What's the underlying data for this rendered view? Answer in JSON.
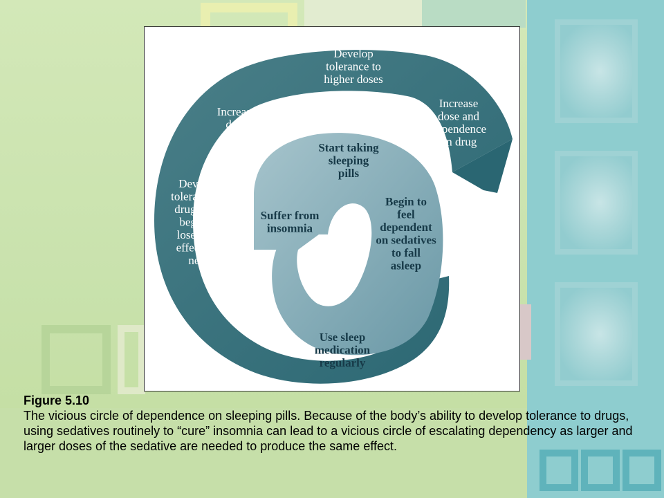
{
  "diagram": {
    "outer_steps": [
      [
        "Develop",
        "tolerance to",
        "higher doses"
      ],
      [
        "Increase",
        "dose and",
        "dependence",
        "on drug"
      ],
      [
        "Increase",
        "dose"
      ],
      [
        "Develop",
        "tolerance to",
        "drug: pills",
        "begin to",
        "lose their",
        "effective-",
        "ness"
      ]
    ],
    "inner_steps": [
      [
        "Start taking",
        "sleeping",
        "pills"
      ],
      [
        "Begin to",
        "feel",
        "dependent",
        "on sedatives",
        "to fall",
        "asleep"
      ],
      [
        "Suffer from",
        "insomnia"
      ],
      [
        "Use sleep",
        "medication",
        "regularly"
      ]
    ],
    "colors": {
      "outer_band": "#3d7680",
      "inner_band": "#8ab3bf",
      "outer_text": "#ffffff",
      "inner_text": "#173a48"
    }
  },
  "caption": {
    "title": "Figure 5.10",
    "text": "The vicious circle of dependence on sleeping pills. Because of the body’s ability to develop tolerance to drugs, using sedatives routinely to “cure” insomnia can lead to a vicious circle of escalating dependency as larger and larger doses of the sedative are needed to produce the same effect."
  }
}
